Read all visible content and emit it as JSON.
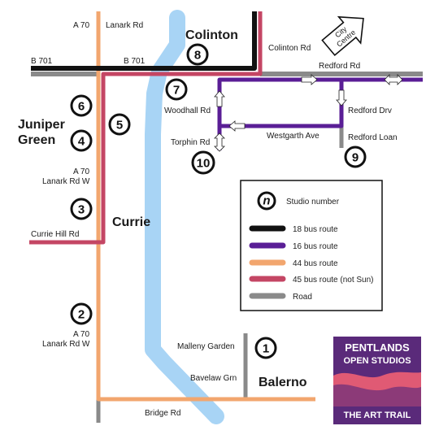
{
  "colors": {
    "route_18": "#111111",
    "route_16": "#5a1e96",
    "route_44": "#f2a66e",
    "route_45": "#c44664",
    "road": "#8a8a8a",
    "river": "#a8d4f5",
    "logo_bg": "#5a2a7a",
    "logo_band_1": "#e05a74",
    "logo_band_2": "#8c3a78"
  },
  "places": {
    "colinton": "Colinton",
    "juniper_line1": "Juniper",
    "juniper_line2": "Green",
    "currie": "Currie",
    "balerno": "Balerno",
    "city_line1": "City",
    "city_line2": "Centre"
  },
  "roads": {
    "a70_top": "A 70",
    "lanark_top": "Lanark Rd",
    "colinton_rd": "Colinton Rd",
    "b701_left": "B 701",
    "b701_mid": "B 701",
    "redford_rd": "Redford Rd",
    "woodhall_rd": "Woodhall Rd",
    "redford_drv": "Redford Drv",
    "westgarth_ave": "Westgarth Ave",
    "torphin_rd": "Torphin Rd",
    "redford_loan": "Redford Loan",
    "a70_mid": "A 70",
    "lanark_rd_w_mid": "Lanark Rd W",
    "currie_hill_rd": "Currie Hill Rd",
    "a70_bottom": "A 70",
    "lanark_rd_w_bottom": "Lanark Rd W",
    "malleny_garden": "Malleny Garden",
    "bavelaw_grn": "Bavelaw Grn",
    "bridge_rd": "Bridge Rd"
  },
  "studios": {
    "s1": "1",
    "s2": "2",
    "s3": "3",
    "s4": "4",
    "s5": "5",
    "s6": "6",
    "s7": "7",
    "s8": "8",
    "s9": "9",
    "s10": "10"
  },
  "legend": {
    "key_symbol": "n",
    "studio_number": "Studio number",
    "route_18": "18 bus route",
    "route_16": "16 bus route",
    "route_44": "44 bus route",
    "route_45": "45 bus route (not Sun)",
    "road": "Road"
  },
  "logo": {
    "line1": "PENTLANDS",
    "line2": "OPEN STUDIOS",
    "line3": "THE ART TRAIL"
  }
}
